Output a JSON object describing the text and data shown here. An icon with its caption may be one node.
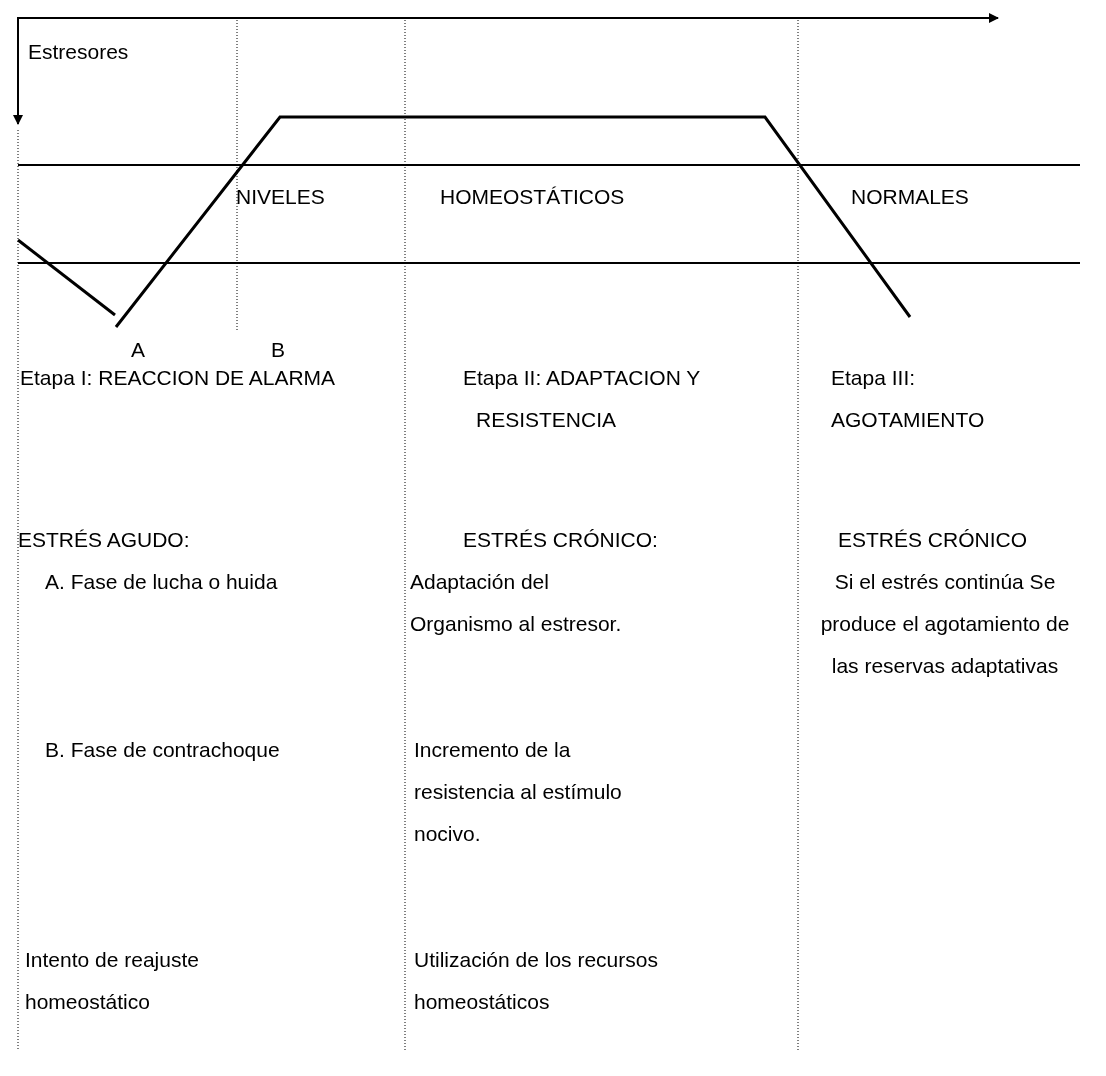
{
  "diagram": {
    "labels": [
      "Estresores",
      "NIVELES",
      "HOMEOSTÁTICOS",
      "NORMALES",
      "A",
      "B",
      "Etapa I: REACCION DE ALARMA",
      "Etapa II: ADAPTACION Y RESISTENCIA",
      "Etapa III: AGOTAMIENTO",
      "ESTRÉS AGUDO:",
      "ESTRÉS CRÓNICO:",
      "ESTRÉS CRÓNICO",
      "A. Fase de lucha o huida",
      "Adaptación del Organismo al estresor.",
      "Si el estrés continúa Se produce el agotamiento de las reservas adaptativas",
      "B. Fase de contrachoque",
      "Incremento de la resistencia al estímulo nocivo.",
      "Intento de reajuste homeostático",
      "Utilización de los recursos homeostáticos"
    ]
  }
}
